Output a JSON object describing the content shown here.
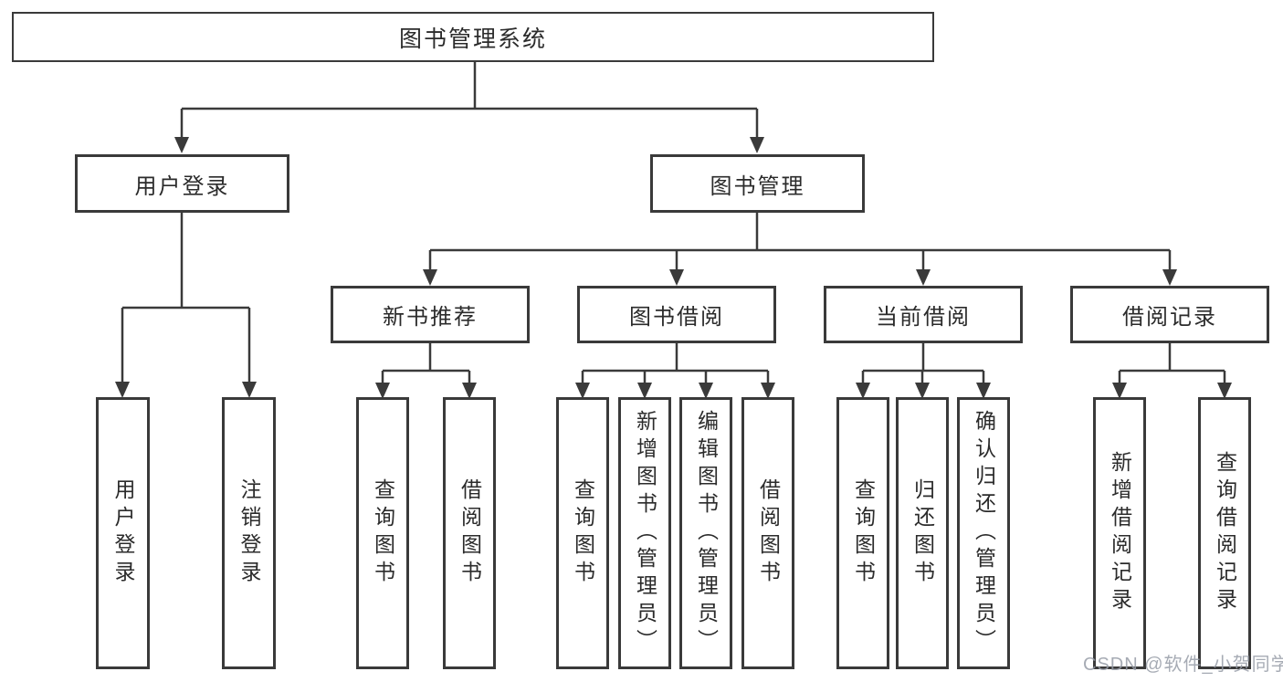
{
  "diagram": {
    "title": "图书管理系统",
    "type": "hierarchy-tree",
    "colors": {
      "line": "#3a3a3a",
      "text": "#2b2b2b",
      "box_background": "#ffffff",
      "watermark_text_color": "#9ba0aa",
      "page_background": "#ffffff"
    },
    "watermark": "CSDN @软件_小贺同学"
  },
  "tree": {
    "root": {
      "label": "图书管理系统",
      "children": [
        {
          "label": "用户登录",
          "children": [
            {
              "label": "用户登录"
            },
            {
              "label": "注销登录"
            }
          ]
        },
        {
          "label": "图书管理",
          "children": [
            {
              "label": "新书推荐",
              "children": [
                {
                  "label": "查询图书"
                },
                {
                  "label": "借阅图书"
                }
              ]
            },
            {
              "label": "图书借阅",
              "children": [
                {
                  "label": "查询图书"
                },
                {
                  "label": "新增图书（管理员）"
                },
                {
                  "label": "编辑图书（管理员）"
                },
                {
                  "label": "借阅图书"
                }
              ]
            },
            {
              "label": "当前借阅",
              "children": [
                {
                  "label": "查询图书"
                },
                {
                  "label": "归还图书"
                },
                {
                  "label": "确认归还（管理员）"
                }
              ]
            },
            {
              "label": "借阅记录",
              "children": [
                {
                  "label": "新增借阅记录"
                },
                {
                  "label": "查询借阅记录"
                }
              ]
            }
          ]
        }
      ]
    }
  }
}
